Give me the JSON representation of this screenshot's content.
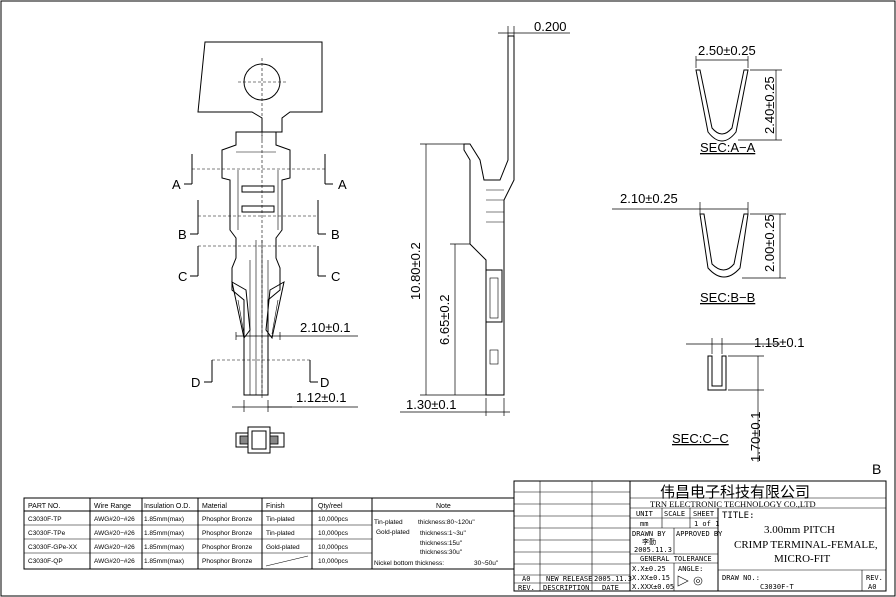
{
  "dimensions": {
    "thickness": "0.200",
    "width_a": "2.50±0.25",
    "height_a": "2.40±0.25",
    "width_b": "2.10±0.25",
    "height_b": "2.00±0.25",
    "width_c": "1.15±0.1",
    "height_c": "1.70±0.1",
    "total_length": "10.80±0.2",
    "partial_length": "6.65±0.2",
    "side_width": "1.30±0.1",
    "front_width_upper": "2.10±0.1",
    "front_width_lower": "1.12±0.1"
  },
  "sections": {
    "a": "SEC:A−A",
    "b": "SEC:B−B",
    "c": "SEC:C−C"
  },
  "cut_markers": {
    "a": "A",
    "b": "B",
    "c": "C",
    "d": "D"
  },
  "revision_letter": "B",
  "parts_table": {
    "headers": [
      "PART NO.",
      "Wire Range",
      "Insulation O.D.",
      "Material",
      "Finish",
      "Qty/reel",
      "Note"
    ],
    "rows": [
      {
        "part": "C3030F-TP",
        "wire": "AWG#20−#26",
        "insulation": "1.85mm(max)",
        "material": "Phosphor Bronze",
        "finish": "Tin-plated",
        "qty": "10,000pcs"
      },
      {
        "part": "C3030F-TPe",
        "wire": "AWG#20−#26",
        "insulation": "1.85mm(max)",
        "material": "Phosphor Bronze",
        "finish": "Tin-plated",
        "qty": "10,000pcs"
      },
      {
        "part": "C3030F-GPe-XX",
        "wire": "AWG#20−#26",
        "insulation": "1.85mm(max)",
        "material": "Phosphor Bronze",
        "finish": "Gold-plated",
        "qty": "10,000pcs"
      },
      {
        "part": "C3030F-QP",
        "wire": "AWG#20−#26",
        "insulation": "1.85mm(max)",
        "material": "Phosphor Bronze",
        "finish": "",
        "qty": "10,000pcs"
      }
    ],
    "notes": {
      "tin_label": "Tin-plated",
      "tin_value": "thickness:80~120u\"",
      "gold_label": "Gold-plated",
      "gold_value_1": "thickness:1~3u\"",
      "gold_value_2": "thickness:15u\"",
      "gold_value_3": "thickness:30u\"",
      "nickel_label": "Nickel bottom thickness:",
      "nickel_value": "30~50u\""
    }
  },
  "title_block": {
    "company_cn": "伟昌电子科技有限公司",
    "company_en": "TRN ELECTRONIC TECHNOLOGY CO.,LTD",
    "unit_label": "UNIT",
    "unit_value": "mm",
    "scale_label": "SCALE",
    "sheet_label": "SHEET",
    "sheet_value": "1 of 1",
    "title_label": "TITLE:",
    "title_line1": "3.00mm PITCH",
    "title_line2": "CRIMP TERMINAL-FEMALE,",
    "title_line3": "MICRO-FIT",
    "drawn_label": "DRAWN BY",
    "drawn_value": "李勤",
    "drawn_date": "2005.11.3",
    "approved_label": "APPROVED BY",
    "general_tolerance": "GENERAL TOLERANCE",
    "tol_1": "X.X±0.25",
    "tol_2": "X.XX±0.15",
    "tol_3": "X.XXX±0.05",
    "angle_label": "ANGLE:",
    "draw_no_label": "DRAW NO.:",
    "draw_no_value": "C3030F-T",
    "rev_label": "REV.",
    "rev_value": "A0",
    "rev_row_rev": "A0",
    "rev_row_desc": "NEW RELEASE",
    "rev_row_date": "2005.11.3",
    "rev_head_rev": "REV.",
    "rev_head_desc": "DESCRIPTION",
    "rev_head_date": "DATE"
  }
}
